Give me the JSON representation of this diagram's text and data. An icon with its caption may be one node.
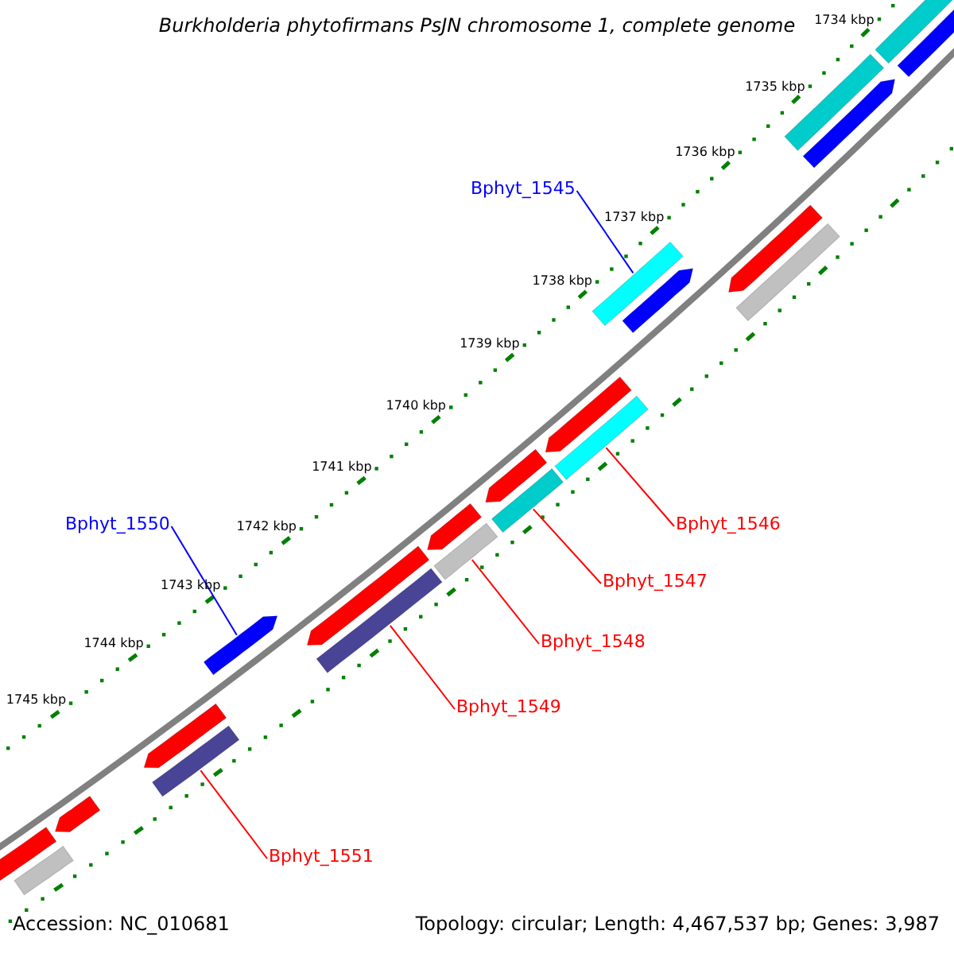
{
  "diagram": {
    "title": "Burkholderia phytofirmans PsJN chromosome 1, complete genome",
    "nodes": [
      {
        "text": [],
        "shape": "bar"
      },
      {
        "text": [],
        "shape": "bar"
      },
      {
        "text": [],
        "shape": "bar"
      },
      {
        "text": [],
        "shape": "pentagon"
      },
      {
        "text": [
          "Bphyt_1545"
        ]
      },
      {
        "text": [],
        "shape": "pentagon"
      },
      {
        "text": [],
        "shape": "bar"
      },
      {
        "text": [],
        "shape": "bar"
      },
      {
        "text": [],
        "shape": "pentagon"
      },
      {
        "text": [],
        "shape": "pentagon"
      },
      {
        "text": [],
        "shape": "bar"
      },
      {
        "text": [],
        "shape": "pentagon"
      },
      {
        "text": [],
        "shape": "bar"
      },
      {
        "text": [
          "Bphyt_1546"
        ]
      },
      {
        "text": [],
        "shape": "pentagon"
      },
      {
        "text": [],
        "shape": "bar"
      },
      {
        "text": [
          "Bphyt_1550"
        ]
      },
      {
        "text": [
          "Bphyt_1547"
        ]
      },
      {
        "text": [],
        "shape": "pentagon"
      },
      {
        "text": [],
        "shape": "bar"
      },
      {
        "text": [
          "Bphyt_1548"
        ]
      },
      {
        "text": [],
        "shape": "pentagon"
      },
      {
        "text": [
          "Bphyt_1549"
        ]
      },
      {
        "text": [],
        "shape": "pentagon"
      },
      {
        "text": [],
        "shape": "bar"
      },
      {
        "text": [],
        "shape": "pentagon"
      },
      {
        "text": [],
        "shape": "bar"
      },
      {
        "text": [
          "Bphyt_1551"
        ]
      },
      {
        "text": [],
        "shape": "bar"
      }
    ],
    "edges": [
      {
        "from": 4,
        "to": 7,
        "arrow": "none",
        "color": "#0000ff"
      },
      {
        "from": 13,
        "to": 10,
        "arrow": "none"
      },
      {
        "from": 17,
        "to": 12,
        "arrow": "none"
      },
      {
        "from": 20,
        "to": 15,
        "arrow": "none"
      },
      {
        "from": 22,
        "to": 19,
        "arrow": "none"
      },
      {
        "from": 16,
        "to": 21,
        "arrow": "none",
        "color": "#0000ff"
      },
      {
        "from": 27,
        "to": 24,
        "arrow": "none"
      }
    ],
    "labels": [
      "1734 kbp",
      "1735 kbp",
      "1736 kbp",
      "1737 kbp",
      "1738 kbp",
      "1739 kbp",
      "1740 kbp",
      "1741 kbp",
      "1742 kbp",
      "1743 kbp",
      "1744 kbp",
      "1745 kbp",
      "Accession: NC_010681",
      "Topology: circular; Length: 4,467,537 bp; Genes: 3,987"
    ]
  }
}
